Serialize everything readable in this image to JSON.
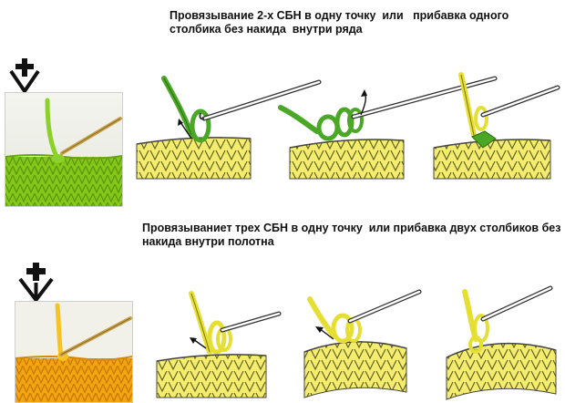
{
  "section_1": {
    "caption_line_1": "Провязывание 2-х СБН в одну точку  или   прибавка одного",
    "caption_line_2": "столбика без накида  внутри ряда",
    "fabric_color": "#8fd11a",
    "stitch_color": "#f2e96a",
    "highlight_color": "#4aa826",
    "symbol_icon": "increase-one-sc-symbol-icon",
    "photo_icon": "green-crochet-sample-photo",
    "figures": [
      "step-1-insert-hook",
      "step-2-yarn-over-pull-through",
      "step-3-second-stitch-same-point"
    ]
  },
  "section_2": {
    "caption_line_1": "Провязываниет трех СБН в одну точку  или прибавка двух столбиков без",
    "caption_line_2": "накида внутри полотна",
    "fabric_color": "#f3a511",
    "stitch_color": "#f2e96a",
    "highlight_color": "#e6df33",
    "symbol_icon": "increase-two-sc-symbol-icon",
    "photo_icon": "orange-crochet-sample-photo",
    "figures": [
      "step-1-insert-hook",
      "step-2-pull-loop",
      "step-3-third-stitch-same-point"
    ]
  }
}
